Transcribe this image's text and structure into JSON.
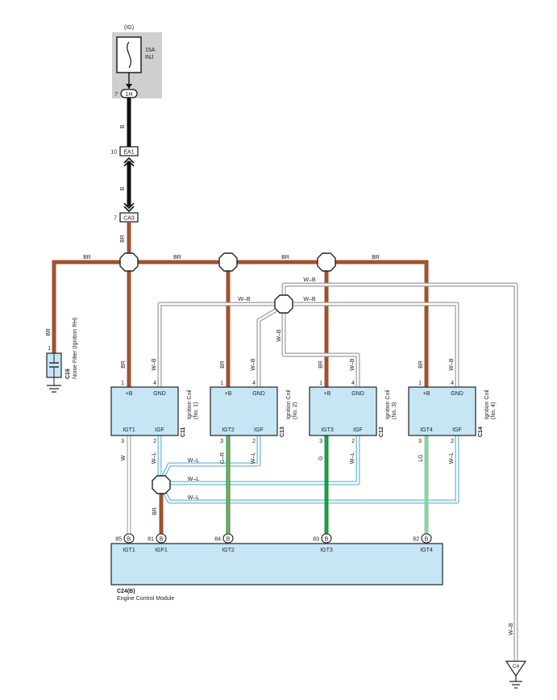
{
  "colors": {
    "br": "#a0522d",
    "black": "#111111",
    "wb": "#b8b8b8",
    "wl": "#7cc8e0",
    "green": "#1e9a48",
    "lightgreen": "#8fd0a0",
    "white_wire": "#c8c8c8",
    "box_fill": "#c6e6f5",
    "box_stroke": "#333333",
    "fuse_bg": "#cfcfcf"
  },
  "fuse": {
    "source": "(IG)",
    "rating": "15A",
    "name": "INJ",
    "pin": "7",
    "conn": "1H"
  },
  "connectors": {
    "ea1": {
      "pin": "10",
      "label": "EA1"
    },
    "ca3": {
      "pin": "7",
      "label": "CA3"
    }
  },
  "wires": {
    "b1": "B",
    "b2": "B",
    "br_v": "BR",
    "br": "BR",
    "wb": "W–B",
    "wl": "W–L",
    "w": "W",
    "gr": "G–R",
    "g": "G",
    "lg": "LG"
  },
  "noise_filter": {
    "code": "C16",
    "name": "Noise Filter (Ignition RH)",
    "pin": "1"
  },
  "coils": [
    {
      "code": "C11",
      "name": "Ignition Coil",
      "num": "(No. 1)",
      "pb": "+B",
      "gnd": "GND",
      "igt": "IGT1",
      "igf": "IGF",
      "p1": "1",
      "p4": "4",
      "p3": "3",
      "p2": "2"
    },
    {
      "code": "C13",
      "name": "Ignition Coil",
      "num": "(No. 2)",
      "pb": "+B",
      "gnd": "GND",
      "igt": "IGT2",
      "igf": "IGF",
      "p1": "1",
      "p4": "4",
      "p3": "3",
      "p2": "2"
    },
    {
      "code": "C12",
      "name": "Ignition Coil",
      "num": "(No. 3)",
      "pb": "+B",
      "gnd": "GND",
      "igt": "IGT3",
      "igf": "IGF",
      "p1": "1",
      "p4": "4",
      "p3": "3",
      "p2": "2"
    },
    {
      "code": "C14",
      "name": "Ignition Coil",
      "num": "(No. 4)",
      "pb": "+B",
      "gnd": "GND",
      "igt": "IGT4",
      "igf": "IGF",
      "p1": "1",
      "p4": "4",
      "p3": "3",
      "p2": "2"
    }
  ],
  "ecm": {
    "code": "C24(B)",
    "name": "Engine Control Module",
    "pins": [
      {
        "num": "85",
        "label": "IGT1"
      },
      {
        "num": "81",
        "label": "IGF1"
      },
      {
        "num": "84",
        "label": "IGT2"
      },
      {
        "num": "83",
        "label": "IGT3"
      },
      {
        "num": "82",
        "label": "IGT4"
      }
    ],
    "conn": "B"
  },
  "ground": {
    "label": "C4"
  }
}
